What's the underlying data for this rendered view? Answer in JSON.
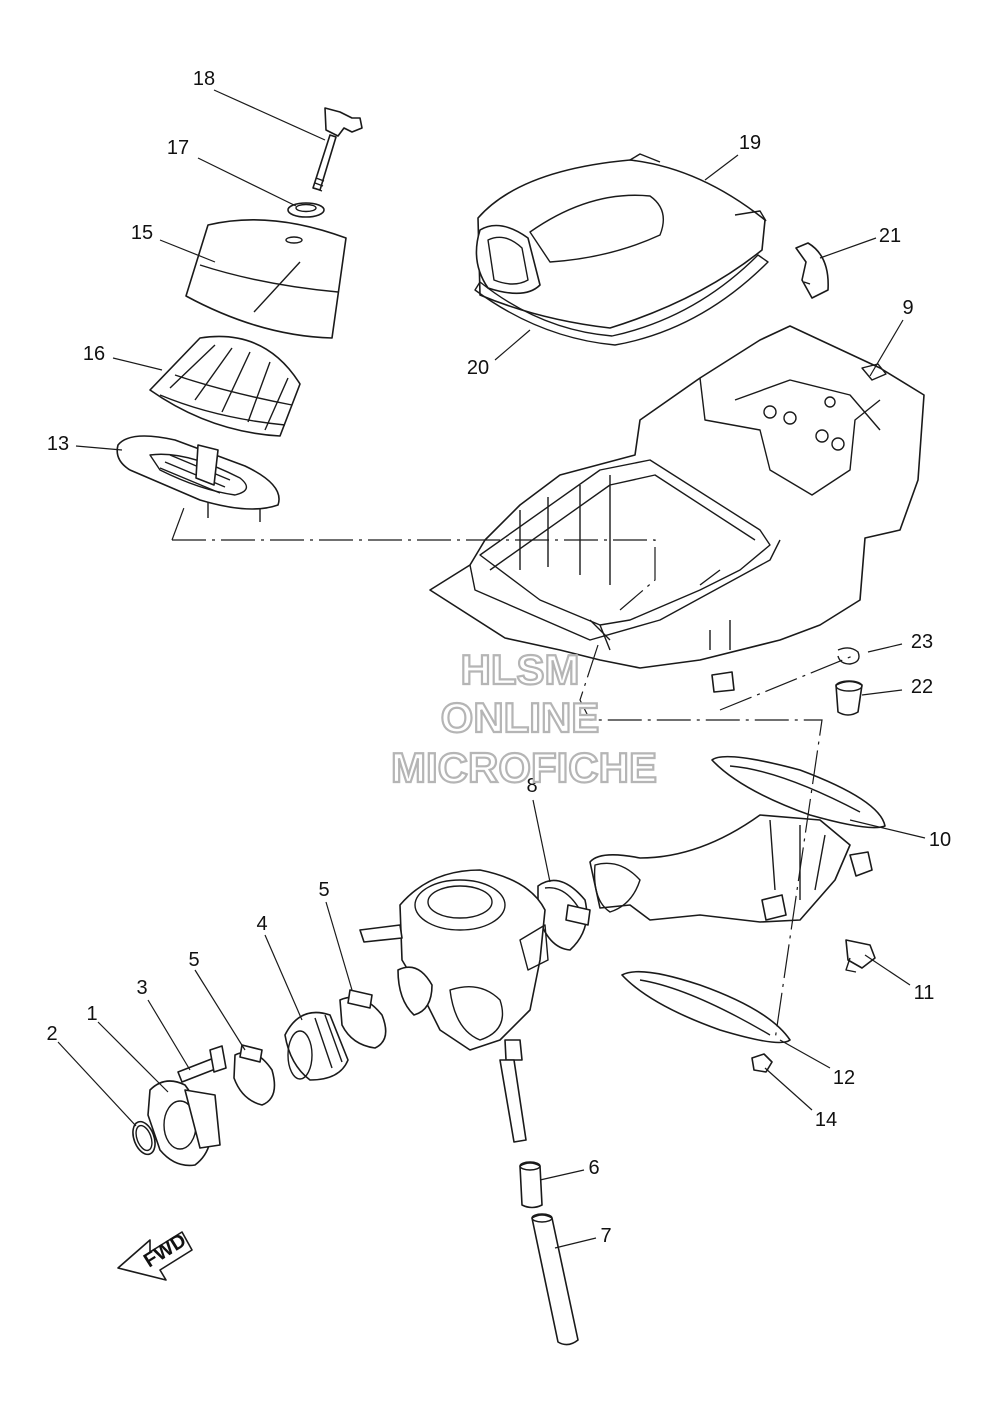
{
  "diagram": {
    "callouts": [
      "1",
      "2",
      "3",
      "4",
      "5",
      "5",
      "6",
      "7",
      "8",
      "9",
      "10",
      "11",
      "12",
      "13",
      "14",
      "15",
      "16",
      "17",
      "18",
      "19",
      "20",
      "21",
      "22",
      "23"
    ],
    "watermark": [
      "HLSM",
      "ONLINE",
      "MICROFICHE"
    ],
    "fwd_label": "FWD"
  },
  "colors": {
    "line": "#1a1a1a",
    "watermark_outline": "#b5b5b5",
    "background": "#ffffff"
  }
}
